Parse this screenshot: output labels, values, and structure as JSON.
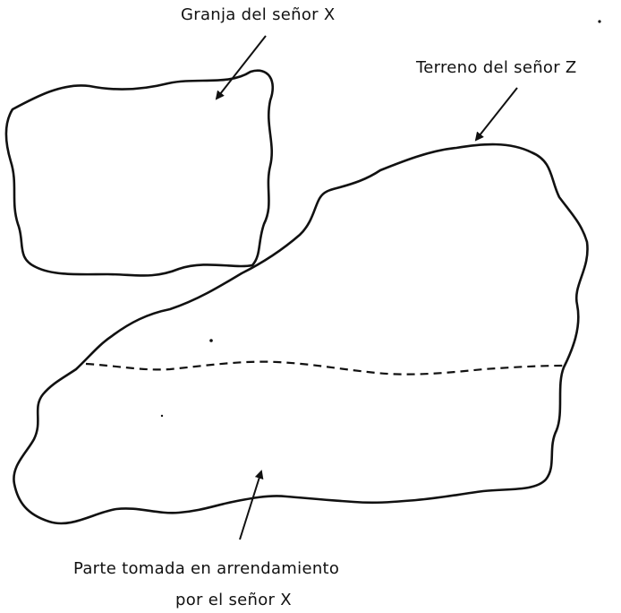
{
  "labels": {
    "farm_x": "Granja del señor X",
    "land_z": "Terreno del señor Z",
    "leased_part_line1": "Parte tomada en arrendamiento",
    "leased_part_line2": "por el señor X"
  },
  "colors": {
    "ink": "#111111",
    "background": "#ffffff"
  }
}
